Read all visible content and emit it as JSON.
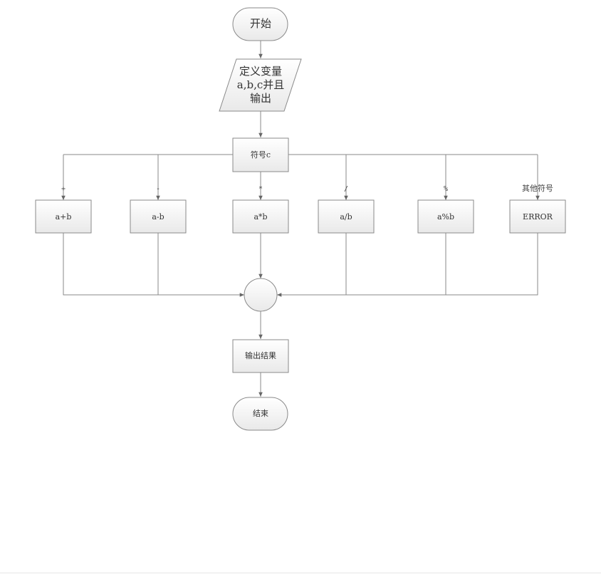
{
  "diagram": {
    "colors": {
      "stroke": "#8a8a8a",
      "fill_top": "#ffffff",
      "fill_bottom": "#e9e9e9",
      "text": "#333333"
    },
    "nodes": {
      "start": "开始",
      "define_line1": "定义变量",
      "define_line2": "a,b,c并且",
      "define_line3": "输出",
      "switch": "符号c",
      "add": "a+b",
      "sub": "a-b",
      "mul": "a*b",
      "div": "a/b",
      "mod": "a%b",
      "error": "ERROR",
      "output": "输出结果",
      "end": "结束"
    },
    "edge_labels": {
      "add": "+",
      "sub": "-",
      "mul": "*",
      "div": "/",
      "mod": "%",
      "other": "其他符号"
    }
  }
}
